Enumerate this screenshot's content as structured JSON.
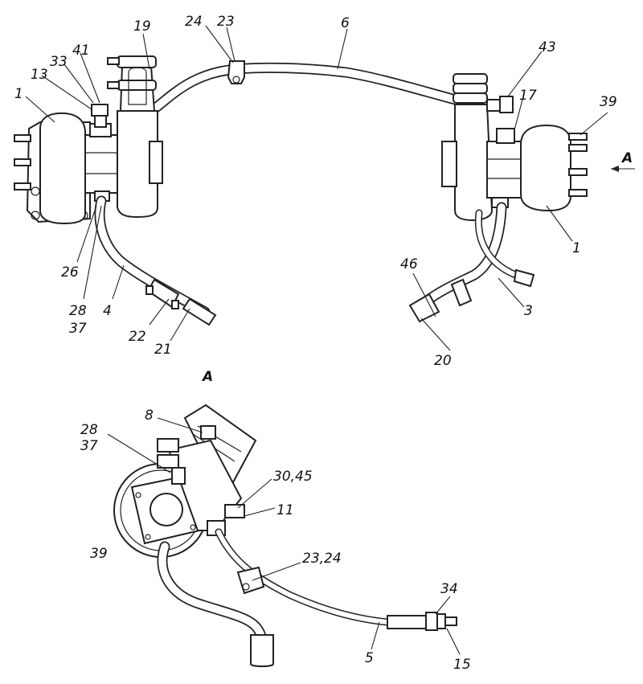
{
  "view_label": "A",
  "arrow_label": "A",
  "callouts": {
    "c1_left": "1",
    "c13": "13",
    "c33": "33",
    "c41": "41",
    "c19": "19",
    "c24": "24",
    "c23": "23",
    "c6": "6",
    "c43": "43",
    "c17": "17",
    "c39_top": "39",
    "c1_right": "1",
    "c26": "26",
    "c28_top": "28",
    "c37_top": "37",
    "c4": "4",
    "c22": "22",
    "c21": "21",
    "c46": "46",
    "c3": "3",
    "c20": "20",
    "c8": "8",
    "c28_bot": "28",
    "c37_bot": "37",
    "c30_45": "30,45",
    "c11": "11",
    "c39_bot": "39",
    "c23_24": "23,24",
    "c34": "34",
    "c5": "5",
    "c15": "15"
  }
}
